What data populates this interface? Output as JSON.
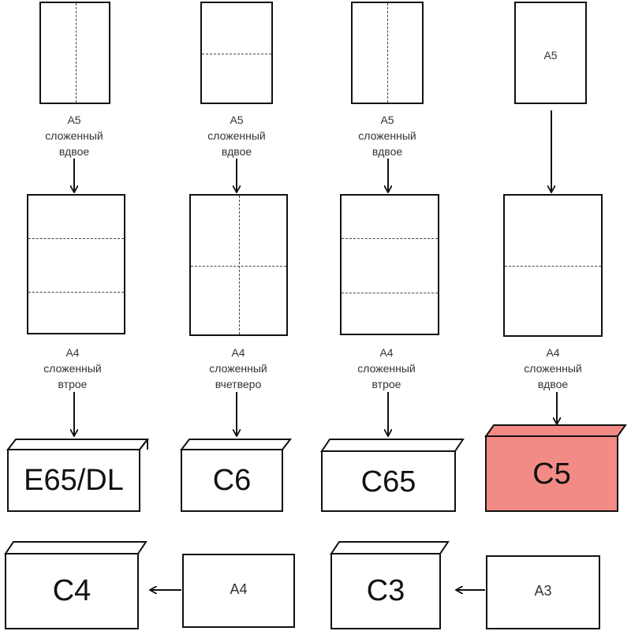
{
  "columns": [
    {
      "top_label": "",
      "top_caption": [
        "A5",
        "сложенный",
        "вдвое"
      ],
      "mid_caption": [
        "A4",
        "сложенный",
        "втрое"
      ],
      "envelope": "E65/DL"
    },
    {
      "top_label": "",
      "top_caption": [
        "A5",
        "сложенный",
        "вдвое"
      ],
      "mid_caption": [
        "A4",
        "сложенный",
        "вчетверо"
      ],
      "envelope": "C6"
    },
    {
      "top_label": "",
      "top_caption": [
        "A5",
        "сложенный",
        "вдвое"
      ],
      "mid_caption": [
        "A4",
        "сложенный",
        "втрое"
      ],
      "envelope": "C65"
    },
    {
      "top_label": "A5",
      "top_caption": [],
      "mid_caption": [
        "A4",
        "сложенный",
        "вдвое"
      ],
      "envelope": "C5"
    }
  ],
  "bottom": [
    {
      "envelope": "C4",
      "sheet": "A4"
    },
    {
      "envelope": "C3",
      "sheet": "A3"
    }
  ],
  "colors": {
    "highlight_fill": "#f28b86",
    "line": "#111111"
  }
}
